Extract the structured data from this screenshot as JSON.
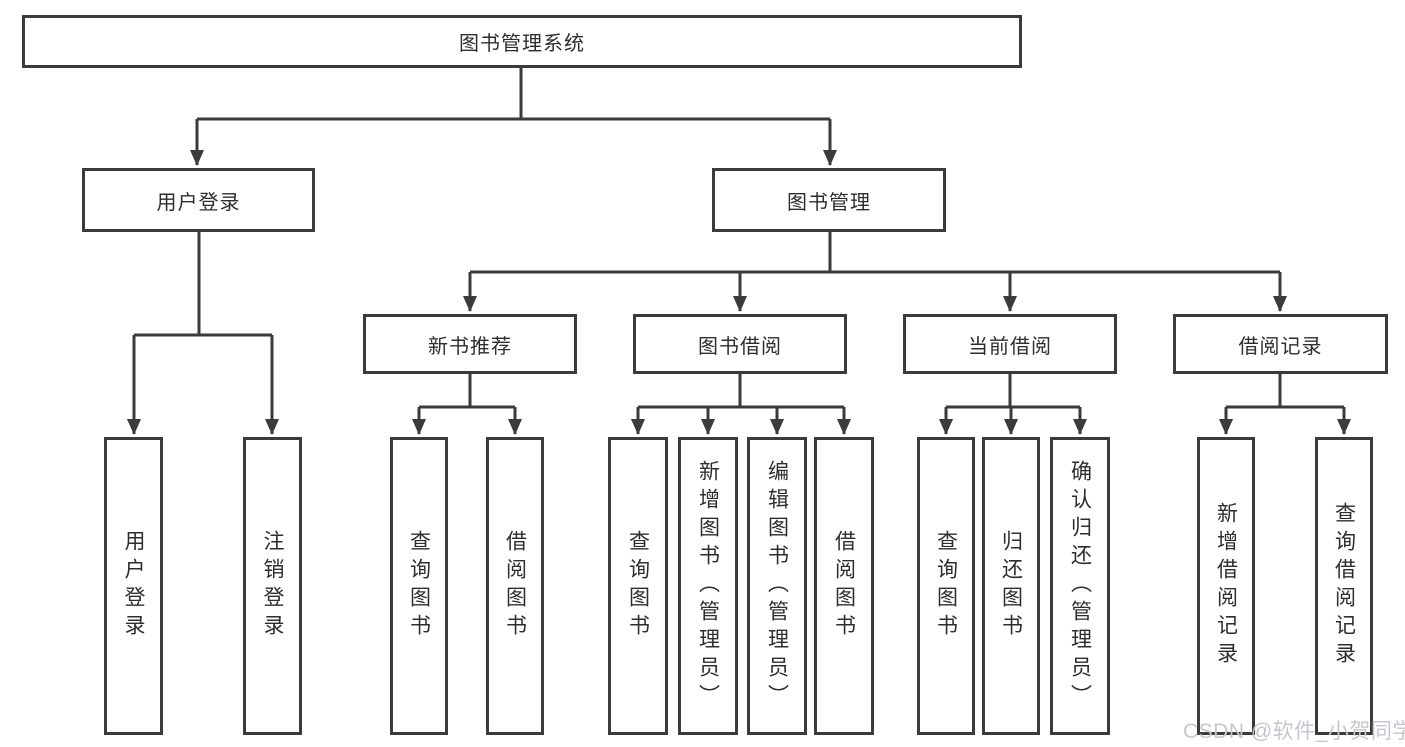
{
  "diagram": {
    "root": {
      "label": "图书管理系统"
    },
    "level2": [
      {
        "id": "user-login",
        "label": "用户登录"
      },
      {
        "id": "book-management",
        "label": "图书管理"
      }
    ],
    "level3": [
      {
        "id": "new-book-recommend",
        "label": "新书推荐"
      },
      {
        "id": "book-borrow",
        "label": "图书借阅"
      },
      {
        "id": "current-borrow",
        "label": "当前借阅"
      },
      {
        "id": "borrow-records",
        "label": "借阅记录"
      }
    ],
    "leaves": {
      "user_login": [
        "用户登录",
        "注销登录"
      ],
      "new_book_recommend": [
        "查询图书",
        "借阅图书"
      ],
      "book_borrow": [
        "查询图书",
        "新增图书（管理员）",
        "编辑图书（管理员）",
        "借阅图书"
      ],
      "current_borrow": [
        "查询图书",
        "归还图书",
        "确认归还（管理员）"
      ],
      "borrow_records": [
        "新增借阅记录",
        "查询借阅记录"
      ]
    },
    "colors": {
      "line": "#3b3b3b",
      "text": "#2e2e30",
      "background": "#ffffff",
      "watermark": "#c4c8ce"
    },
    "watermark": "CSDN @软件_小贺同学"
  }
}
